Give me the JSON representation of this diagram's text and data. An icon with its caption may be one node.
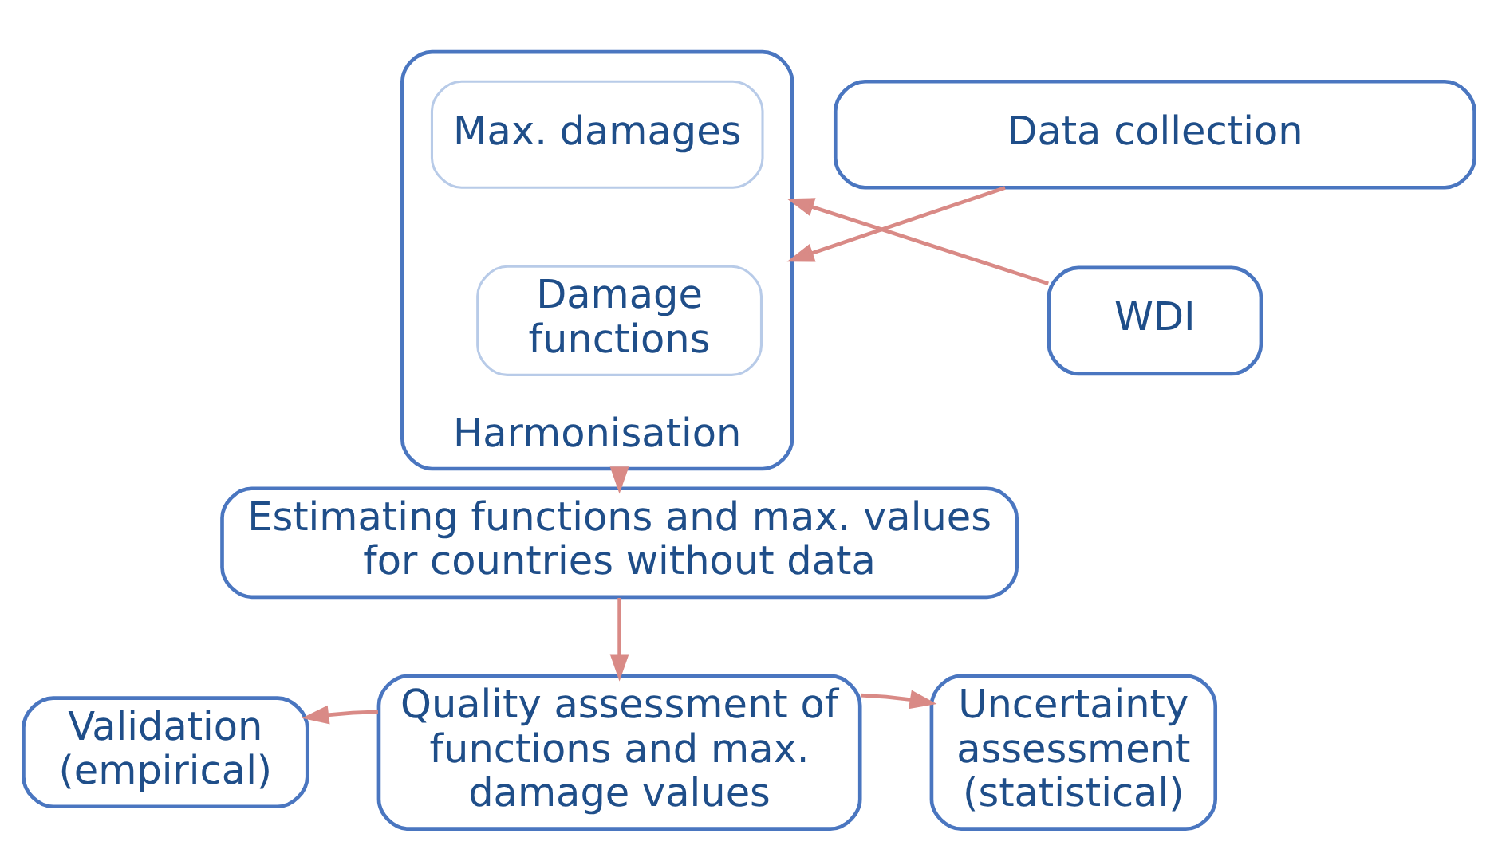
{
  "diagram": {
    "nodes": [
      {
        "text": [
          "Data collection"
        ]
      },
      {
        "text": [
          "Harmonisation"
        ]
      },
      {
        "text": [
          "Damage functions"
        ],
        "in": 1
      },
      {
        "text": [
          "Max. damages"
        ],
        "in": 1
      },
      {
        "text": [
          "WDI"
        ]
      },
      {
        "text": [
          "Estimating functions and max. values for countries without data"
        ]
      },
      {
        "text": [
          "Quality assessment of functions and max. damage values"
        ]
      },
      {
        "text": [
          "Validation (empirical)"
        ]
      },
      {
        "text": [
          "Uncertainty assessment (statistical)"
        ]
      }
    ],
    "edges": [
      {
        "from": 0,
        "to": 1,
        "arrow": "to"
      },
      {
        "from": 4,
        "to": 1,
        "arrow": "to"
      },
      {
        "from": 1,
        "to": 5,
        "arrow": "to"
      },
      {
        "from": 5,
        "to": 6,
        "arrow": "to"
      },
      {
        "from": 6,
        "to": 7,
        "arrow": "to"
      },
      {
        "from": 6,
        "to": 8,
        "arrow": "to"
      }
    ]
  }
}
